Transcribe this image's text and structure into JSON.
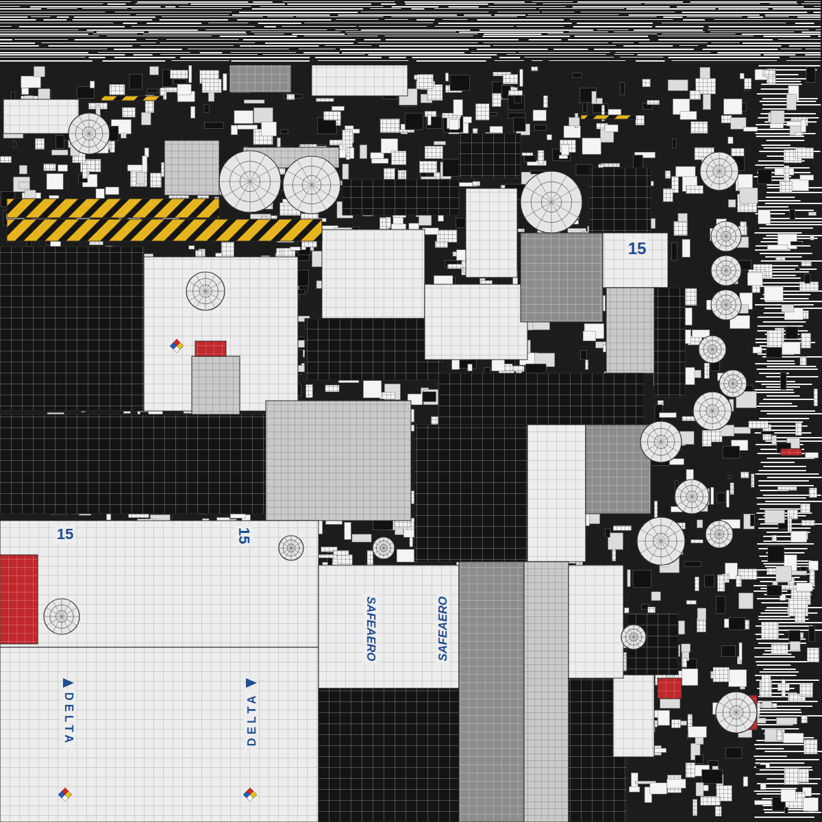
{
  "diagram": {
    "labels": [
      "15",
      "15",
      "15",
      "SAFEAERO",
      "SAFEAERO",
      "DELTA",
      "DELTA"
    ]
  }
}
